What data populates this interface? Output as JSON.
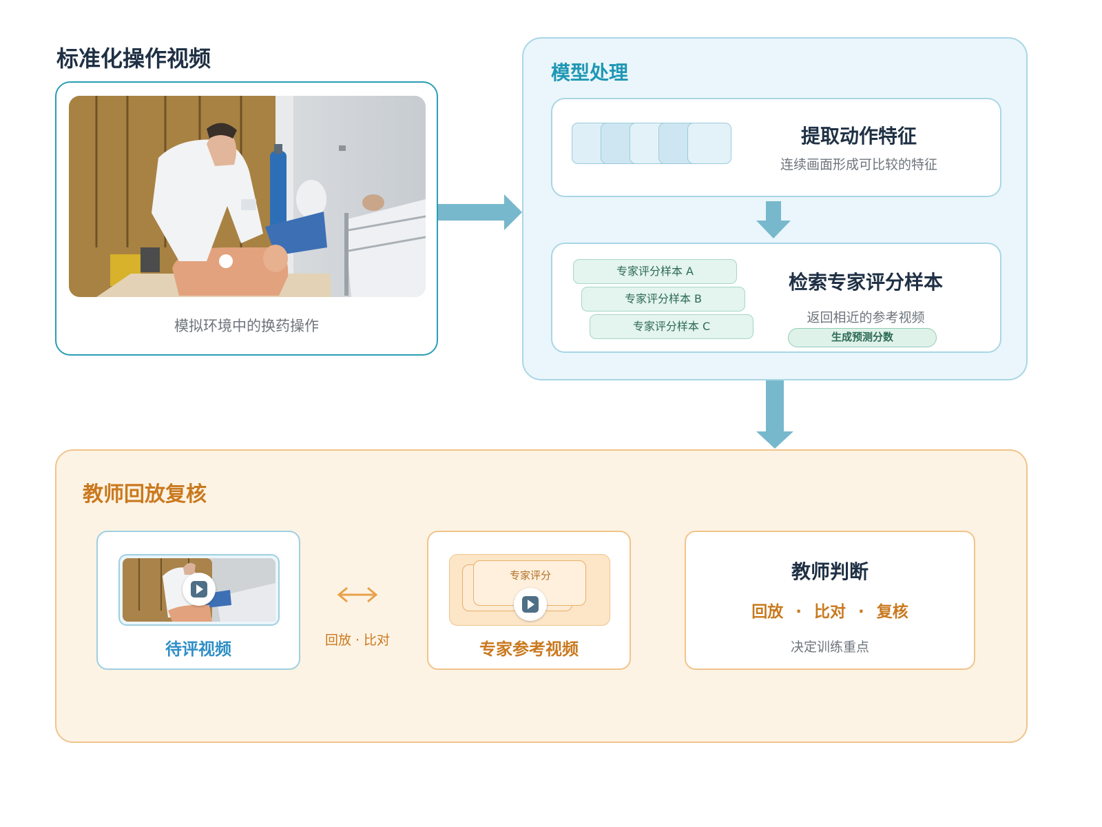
{
  "video_section": {
    "title": "标准化操作视频",
    "caption": "模拟环境中的换药操作"
  },
  "model_section": {
    "title": "模型处理",
    "feature_step": {
      "title": "提取动作特征",
      "subtitle": "连续画面形成可比较的特征"
    },
    "retrieve_step": {
      "title": "检索专家评分样本",
      "subtitle": "返回相近的参考视频",
      "score_label": "生成预测分数",
      "samples": [
        "专家评分样本 A",
        "专家评分样本 B",
        "专家评分样本 C"
      ]
    }
  },
  "review_section": {
    "title": "教师回放复核",
    "pending_video_label": "待评视频",
    "compare_label": "回放 · 比对",
    "expert_card_label": "专家评分",
    "expert_video_label": "专家参考视频",
    "judge": {
      "title": "教师判断",
      "actions": "回放 · 比对 · 复核",
      "subtitle": "决定训练重点"
    }
  },
  "colors": {
    "primary_teal": "#2a9db5",
    "arrow_blue": "#77b8cc",
    "orange_accent": "#c9791f",
    "green_sample": "#e4f4ee"
  }
}
